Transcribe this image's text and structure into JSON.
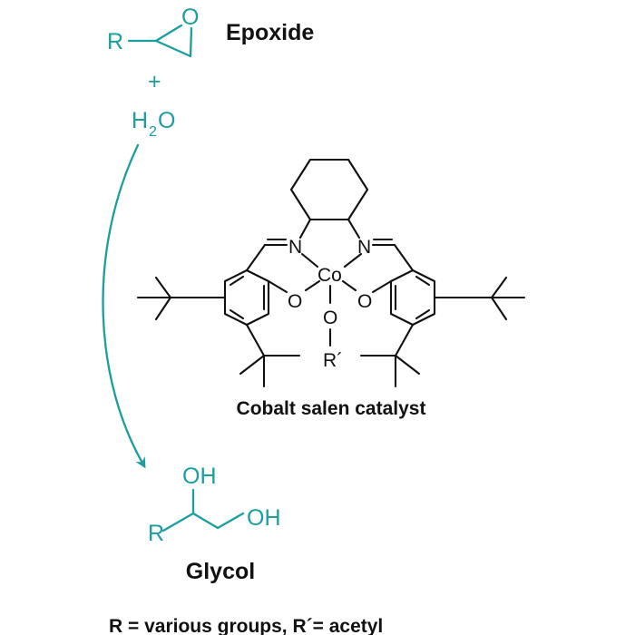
{
  "epoxide": {
    "r_label": "R",
    "o_label": "O",
    "name": "Epoxide"
  },
  "plus": "+",
  "water": {
    "h": "H",
    "sub": "2",
    "o": "O"
  },
  "catalyst": {
    "n_left": "N",
    "n_right": "N",
    "metal": "Co",
    "o_left": "O",
    "o_right": "O",
    "o_axial": "O",
    "r_prime": "R´",
    "name": "Cobalt salen catalyst"
  },
  "glycol": {
    "oh_top": "OH",
    "oh_right": "OH",
    "r_label": "R",
    "name": "Glycol"
  },
  "footnote": "R = various groups, R´= acetyl",
  "colors": {
    "teal": "#1a9e9e",
    "black": "#111111"
  }
}
